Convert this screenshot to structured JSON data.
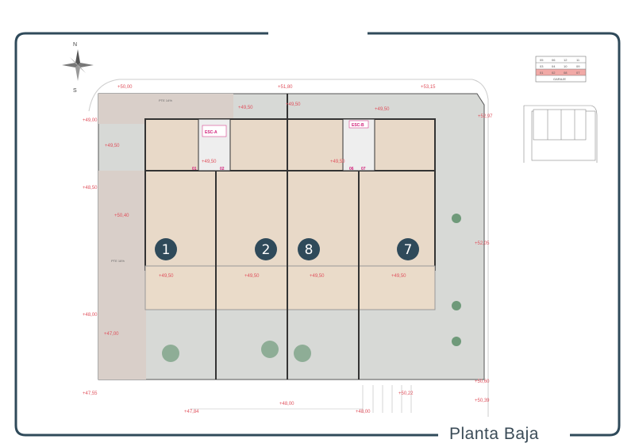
{
  "title": "Planta Baja",
  "compass": {
    "north": "N",
    "south": "S"
  },
  "colors": {
    "frame": "#2f4a5a",
    "level_text": "#e0525e",
    "room_fill": "#e8d9c8",
    "garden_fill": "#d7d9d6",
    "unit_badge": "#2f4a5a",
    "highlight_row": "#f1a9a6"
  },
  "units": [
    "1",
    "2",
    "8",
    "7"
  ],
  "stairs": [
    "ESC-A",
    "ESC-B"
  ],
  "door_tags": [
    "01",
    "02",
    "06",
    "07"
  ],
  "ramp_labels": [
    "PTE 14%",
    "PTE 16%"
  ],
  "levels": {
    "top_left": "+50,00",
    "top_center": "+51,80",
    "top_right": "+53,15",
    "left_upper": "+49,00",
    "right_upper": "+52,97",
    "patio_a": "+49,50",
    "patio_b": "+49,50",
    "patio_c": "+49,50",
    "side_left": "+49,50",
    "esc_a": "+49,50",
    "esc_b": "+49,50",
    "left_mid": "+48,50",
    "ramp_mid": "+50,40",
    "right_mid": "+52,05",
    "terrace_1": "+49,50",
    "terrace_2": "+49,50",
    "terrace_3": "+49,50",
    "terrace_4": "+49,50",
    "left_lower": "+48,00",
    "ramp_low": "+47,00",
    "bottom_left": "+47,55",
    "right_lower": "+50,60",
    "bottom_stair": "+50,22",
    "bottom_right": "+50,39",
    "street_center": "+48,00",
    "street_left": "+47,84",
    "street_right": "+48,00"
  },
  "key_plan": {
    "rows": [
      [
        "05",
        "06",
        "12",
        "11"
      ],
      [
        "03",
        "04",
        "10",
        "09"
      ],
      [
        "01",
        "02",
        "08",
        "07"
      ]
    ],
    "garage": "GARAJE"
  }
}
